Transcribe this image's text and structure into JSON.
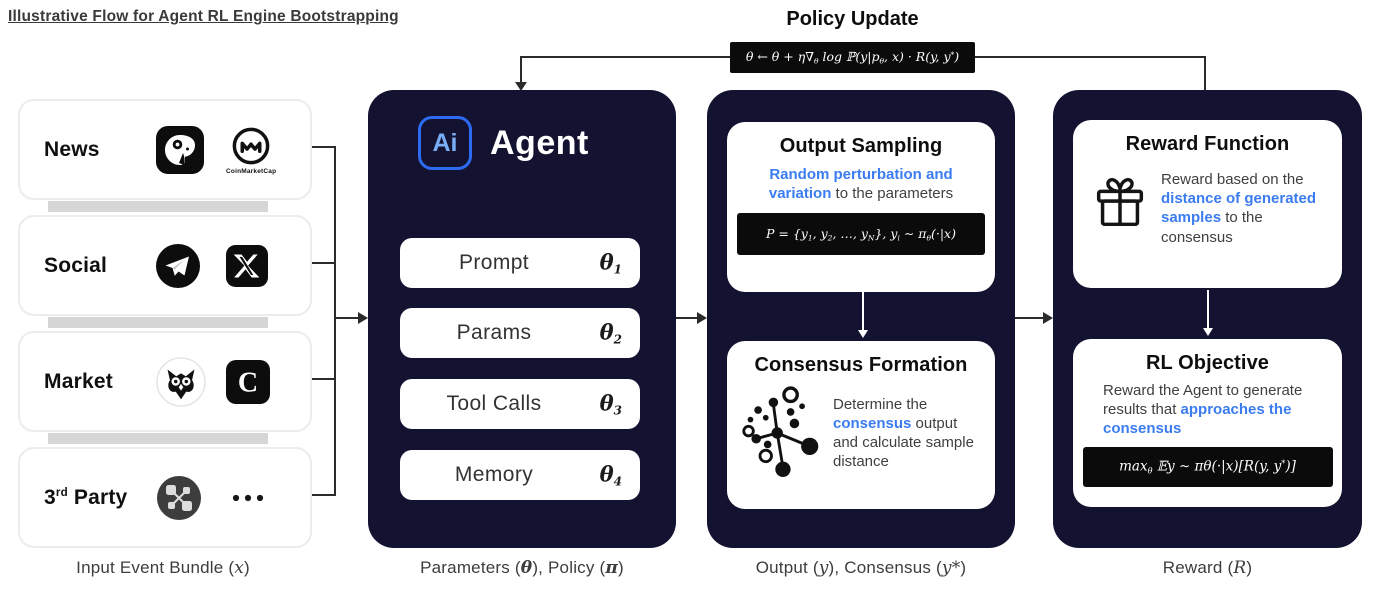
{
  "title": "Illustrative Flow for Agent RL Engine Bootstrapping",
  "colors": {
    "panel_navy": "#131230",
    "accent_blue": "#3b7cf0",
    "formula_bg": "#0b0b0b",
    "card_border": "#ececec",
    "shadow_gray": "#d6d6d6",
    "line": "#2b2b2b"
  },
  "policy_update": {
    "title": "Policy Update",
    "formula": [
      "θ ← θ + η∇",
      "θ",
      " log ℙ(y|p",
      "θ",
      ", x) · R(y, y",
      "*",
      ")"
    ]
  },
  "inputs": {
    "caption": [
      "Input Event Bundle (",
      "x",
      ")"
    ],
    "cards": [
      {
        "label": "News",
        "icons": [
          "bird-news-icon",
          "coinmarketcap-icon"
        ],
        "icon_caption": "CoinMarketCap"
      },
      {
        "label": "Social",
        "icons": [
          "telegram-icon",
          "x-twitter-icon"
        ]
      },
      {
        "label": "Market",
        "icons": [
          "owl-icon",
          "c-letter-icon"
        ]
      },
      {
        "label_base": "3",
        "label_sup": "rd",
        "label_rest": " Party",
        "icons": [
          "integrations-hub-icon",
          "more-sources-ellipsis"
        ]
      }
    ]
  },
  "agent": {
    "logo_text": "Ai",
    "logo_icon": "ai-badge-icon",
    "title": "Agent",
    "rows": [
      {
        "label": "Prompt",
        "sym": "θ",
        "sub": "1"
      },
      {
        "label": "Params",
        "sym": "θ",
        "sub": "2"
      },
      {
        "label": "Tool Calls",
        "sym": "θ",
        "sub": "3"
      },
      {
        "label": "Memory",
        "sym": "θ",
        "sub": "4"
      }
    ],
    "caption": [
      "Parameters (",
      "θ",
      "), Policy (",
      "π",
      ")"
    ]
  },
  "sampling_panel": {
    "output_sampling": {
      "title": "Output Sampling",
      "desc_highlight": "Random perturbation and variation",
      "desc_rest": " to the parameters",
      "formula": [
        "P = {y",
        "1",
        ", y",
        "2",
        ", …, y",
        "N",
        "},    y",
        "i",
        " ∼ π",
        "θ",
        "(·|x)"
      ]
    },
    "consensus_formation": {
      "title": "Consensus Formation",
      "icon": "cluster-network-icon",
      "desc_pre": "Determine the ",
      "desc_highlight": "consensus",
      "desc_post": " output and calculate sample distance"
    },
    "caption": [
      "Output (",
      "y",
      "), Consensus (",
      "y*",
      ")"
    ]
  },
  "reward_panel": {
    "reward_function": {
      "title": "Reward Function",
      "icon": "gift-icon",
      "desc_pre": "Reward based on the ",
      "desc_highlight": "distance of generated samples",
      "desc_post": " to the consensus"
    },
    "rl_objective": {
      "title": "RL Objective",
      "desc_pre": "Reward the Agent to generate results that ",
      "desc_highlight": "approaches the consensus",
      "formula": [
        "max",
        "θ",
        " 𝔼y ∼ πθ(·|x)[R(y, y",
        "*",
        ")]"
      ]
    },
    "caption": [
      "Reward (",
      "R",
      ")"
    ]
  }
}
